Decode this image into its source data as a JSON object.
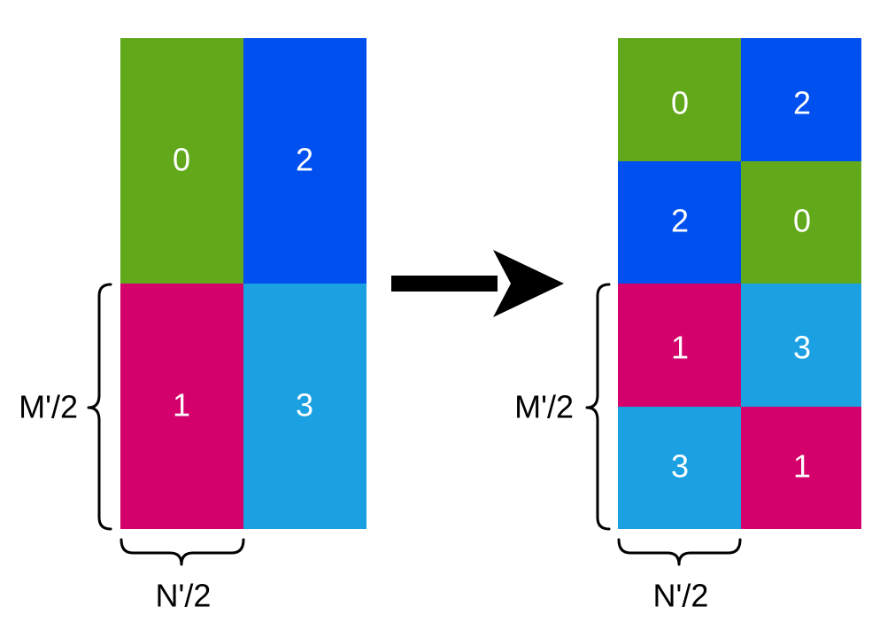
{
  "colors": {
    "block_0": "#61a81a",
    "block_1": "#d4006c",
    "block_2": "#0050ef",
    "block_3": "#1ba1e2",
    "arrow": "#000000",
    "text_on_block": "#ffffff",
    "text_dim": "#000000"
  },
  "left_grid": {
    "cells": [
      {
        "label": "0",
        "color_key": "block_0"
      },
      {
        "label": "2",
        "color_key": "block_2"
      },
      {
        "label": "1",
        "color_key": "block_1"
      },
      {
        "label": "3",
        "color_key": "block_3"
      }
    ],
    "height_label": "M'/2",
    "width_label": "N'/2"
  },
  "right_grid": {
    "cells": [
      {
        "label": "0",
        "color_key": "block_0"
      },
      {
        "label": "2",
        "color_key": "block_2"
      },
      {
        "label": "2",
        "color_key": "block_2"
      },
      {
        "label": "0",
        "color_key": "block_0"
      },
      {
        "label": "1",
        "color_key": "block_1"
      },
      {
        "label": "3",
        "color_key": "block_3"
      },
      {
        "label": "3",
        "color_key": "block_3"
      },
      {
        "label": "1",
        "color_key": "block_1"
      }
    ],
    "height_label": "M'/2",
    "width_label": "N'/2"
  },
  "arrow_icon": "right-arrow-icon"
}
